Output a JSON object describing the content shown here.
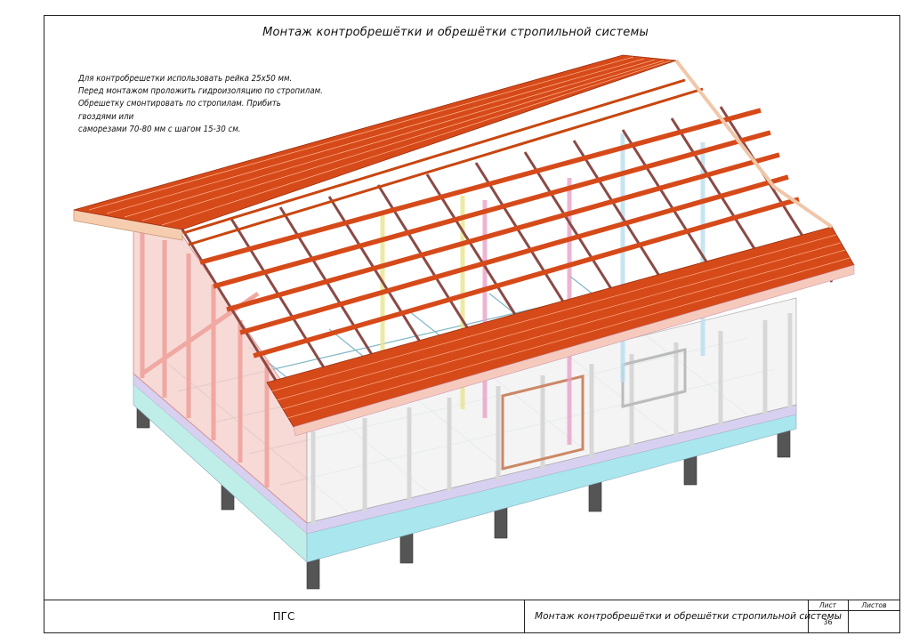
{
  "page": {
    "title": "Монтаж контробрешётки и обрешётки стропильной системы"
  },
  "notes": [
    "Для контробрешетки использовать рейка 25х50 мм.",
    "Перед монтажом проложить гидроизоляцию по стропилам.",
    "Обрешетку смонтировать по стропилам. Прибить",
    "гвоздями или",
    "саморезами 70-80 мм с шагом 15-30 см."
  ],
  "title_block": {
    "organization": "ПГС",
    "sheet_name": "Монтаж контробрешётки и обрешётки стропильной системы",
    "sheet_label": "Лист",
    "sheets_label": "Листов",
    "sheet_number": "36",
    "sheets_total": ""
  },
  "colors": {
    "roof_batten": "#d64a1a",
    "rafter": "#8a4a46",
    "wall_pink": "#f4b9b4",
    "wall_cyan": "#a9e6ee",
    "wall_white": "#eeeeee",
    "beam_cyan": "#bfeee8",
    "pile": "#555555",
    "counter_lath": "#d9a5c0"
  },
  "drawing": {
    "icon": "frame-house-isometric-icon"
  }
}
